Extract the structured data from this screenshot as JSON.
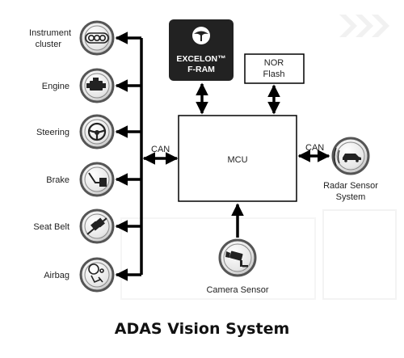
{
  "nodes": {
    "left": [
      {
        "key": "instrument_cluster",
        "lines": [
          "Instrument",
          "cluster"
        ],
        "icon": "gauge-icon"
      },
      {
        "key": "engine",
        "lines": [
          "Engine"
        ],
        "icon": "engine-icon"
      },
      {
        "key": "steering",
        "lines": [
          "Steering"
        ],
        "icon": "steering-wheel-icon"
      },
      {
        "key": "brake",
        "lines": [
          "Brake"
        ],
        "icon": "brake-pedal-icon"
      },
      {
        "key": "seat_belt",
        "lines": [
          "Seat Belt"
        ],
        "icon": "seat-belt-icon"
      },
      {
        "key": "airbag",
        "lines": [
          "Airbag"
        ],
        "icon": "airbag-icon"
      }
    ],
    "fram": {
      "lines": [
        "EXCELON™",
        "F-RAM"
      ],
      "icon": "tree-logo-icon"
    },
    "nor": {
      "lines": [
        "NOR",
        "Flash"
      ]
    },
    "mcu": {
      "label": "MCU"
    },
    "radar": {
      "lines": [
        "Radar Sensor",
        "System"
      ],
      "icon": "radar-car-icon"
    },
    "camera": {
      "label": "Camera Sensor",
      "icon": "camera-icon"
    }
  },
  "edges": {
    "can_left": "CAN",
    "can_right": "CAN"
  },
  "caption": "ADAS Vision System",
  "colors": {
    "icon_ring": "#555555",
    "icon_fill": "#eeeeee",
    "fram_box": "#222222",
    "line": "#000000"
  }
}
